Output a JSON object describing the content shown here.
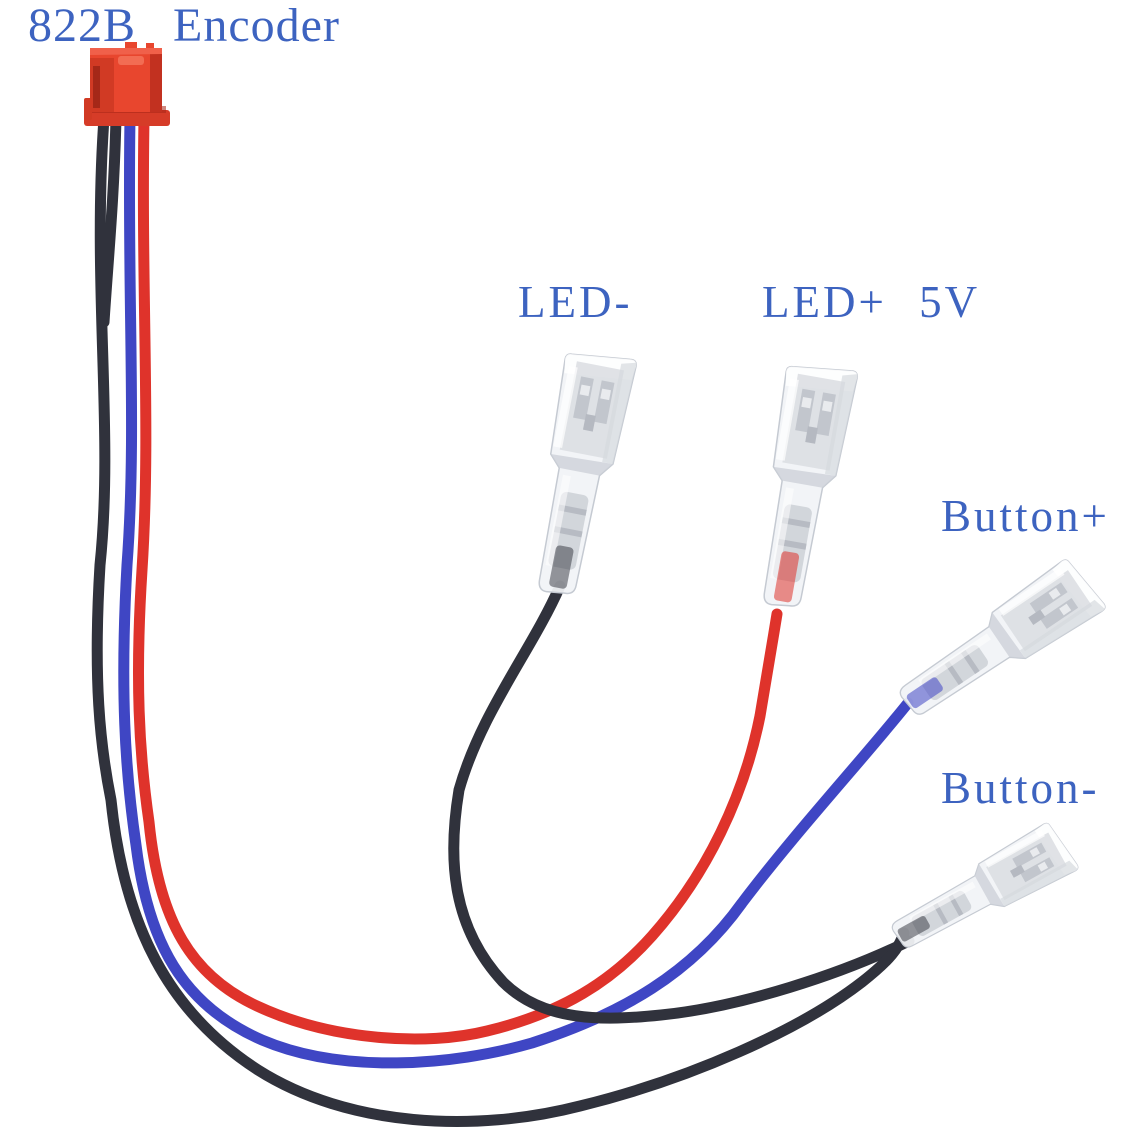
{
  "photo": {
    "kind": "wiring-harness product photo",
    "background": "#ffffff"
  },
  "title": {
    "text": "822B Encoder"
  },
  "connector": {
    "label": "822B Encoder",
    "body_color": "#e8462e",
    "shadow_color": "#c23120",
    "wire_count": 4
  },
  "wires": [
    {
      "name": "button-minus-wire",
      "color": "#30323c",
      "from": "822B Encoder connector",
      "to": "Button- terminal"
    },
    {
      "name": "button-plus-wire",
      "color": "#3f46c4",
      "from": "822B Encoder connector",
      "to": "Button+ terminal"
    },
    {
      "name": "led-plus-wire",
      "color": "#df332b",
      "from": "822B Encoder connector",
      "to": "LED+ 5V terminal"
    },
    {
      "name": "led-minus-wire",
      "color": "#30323c",
      "from": "822B Encoder connector",
      "to": "LED- terminal"
    },
    {
      "name": "led-minus-wire-stub",
      "color": "#30323c",
      "from": "822B Encoder connector",
      "to": "wire bundle"
    }
  ],
  "terminals": [
    {
      "name": "led-minus-terminal",
      "label": "LED-",
      "wire_color": "#30323c"
    },
    {
      "name": "led-plus-terminal",
      "label": "LED+ 5V",
      "wire_color": "#df332b"
    },
    {
      "name": "button-plus-terminal",
      "label": "Button+",
      "wire_color": "#3f46c4"
    },
    {
      "name": "button-minus-terminal",
      "label": "Button-",
      "wire_color": "#30323c"
    }
  ],
  "colors": {
    "label_text": "#3d63c0",
    "terminal_body": "#f1f3f6",
    "terminal_metal": "#c9ccd2"
  }
}
